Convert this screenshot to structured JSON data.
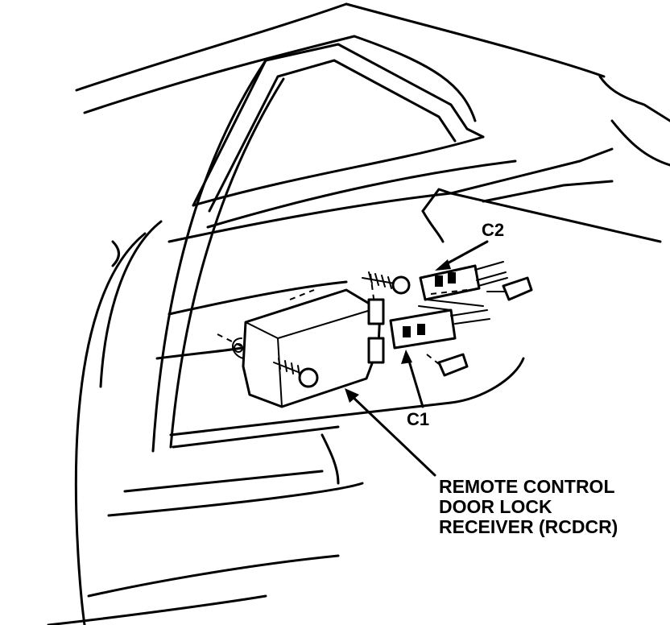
{
  "labels": {
    "c2": "C2",
    "c1": "C1",
    "receiver_line1": "REMOTE CONTROL",
    "receiver_line2": "DOOR LOCK",
    "receiver_line3": "RECEIVER (RCDCR)"
  },
  "colors": {
    "ink": "#000000",
    "paper": "#ffffff"
  }
}
